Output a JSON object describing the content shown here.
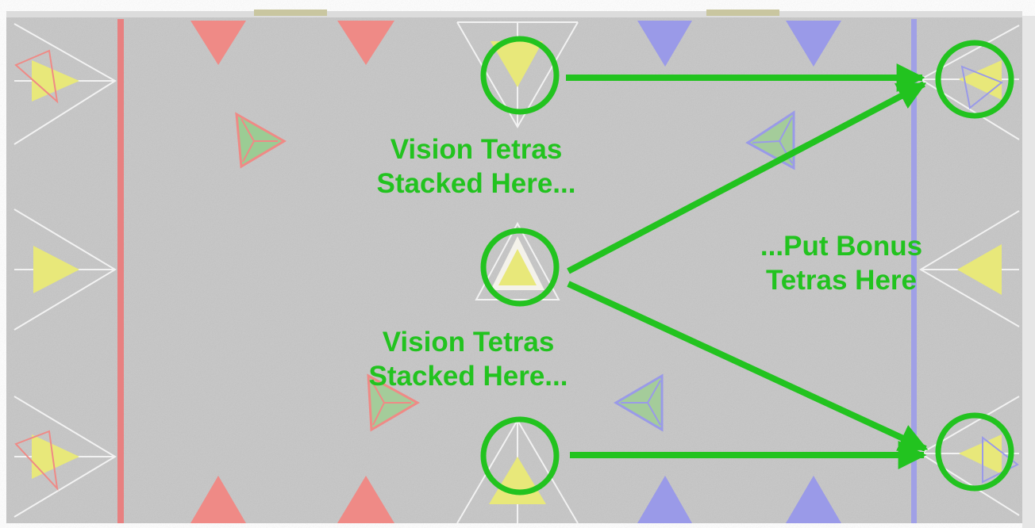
{
  "annotations": {
    "top_label": [
      "Vision Tetras",
      "Stacked Here..."
    ],
    "middle_label": [
      "Vision Tetras",
      "Stacked Here..."
    ],
    "right_label": [
      "...Put Bonus",
      "Tetras Here"
    ]
  },
  "colors": {
    "field": "#c6c6c6",
    "field_border": "#e4e4e4",
    "red_line": "#e88080",
    "blue_line": "#a0a0e6",
    "red_triangle": "#ef8a86",
    "blue_triangle": "#9a9ae8",
    "yellow": "#e8e87a",
    "annotation_green": "#22c31f"
  },
  "icons": [
    "circle-marker-icon",
    "arrow-icon",
    "tetra-icon",
    "goal-triangle-icon"
  ]
}
